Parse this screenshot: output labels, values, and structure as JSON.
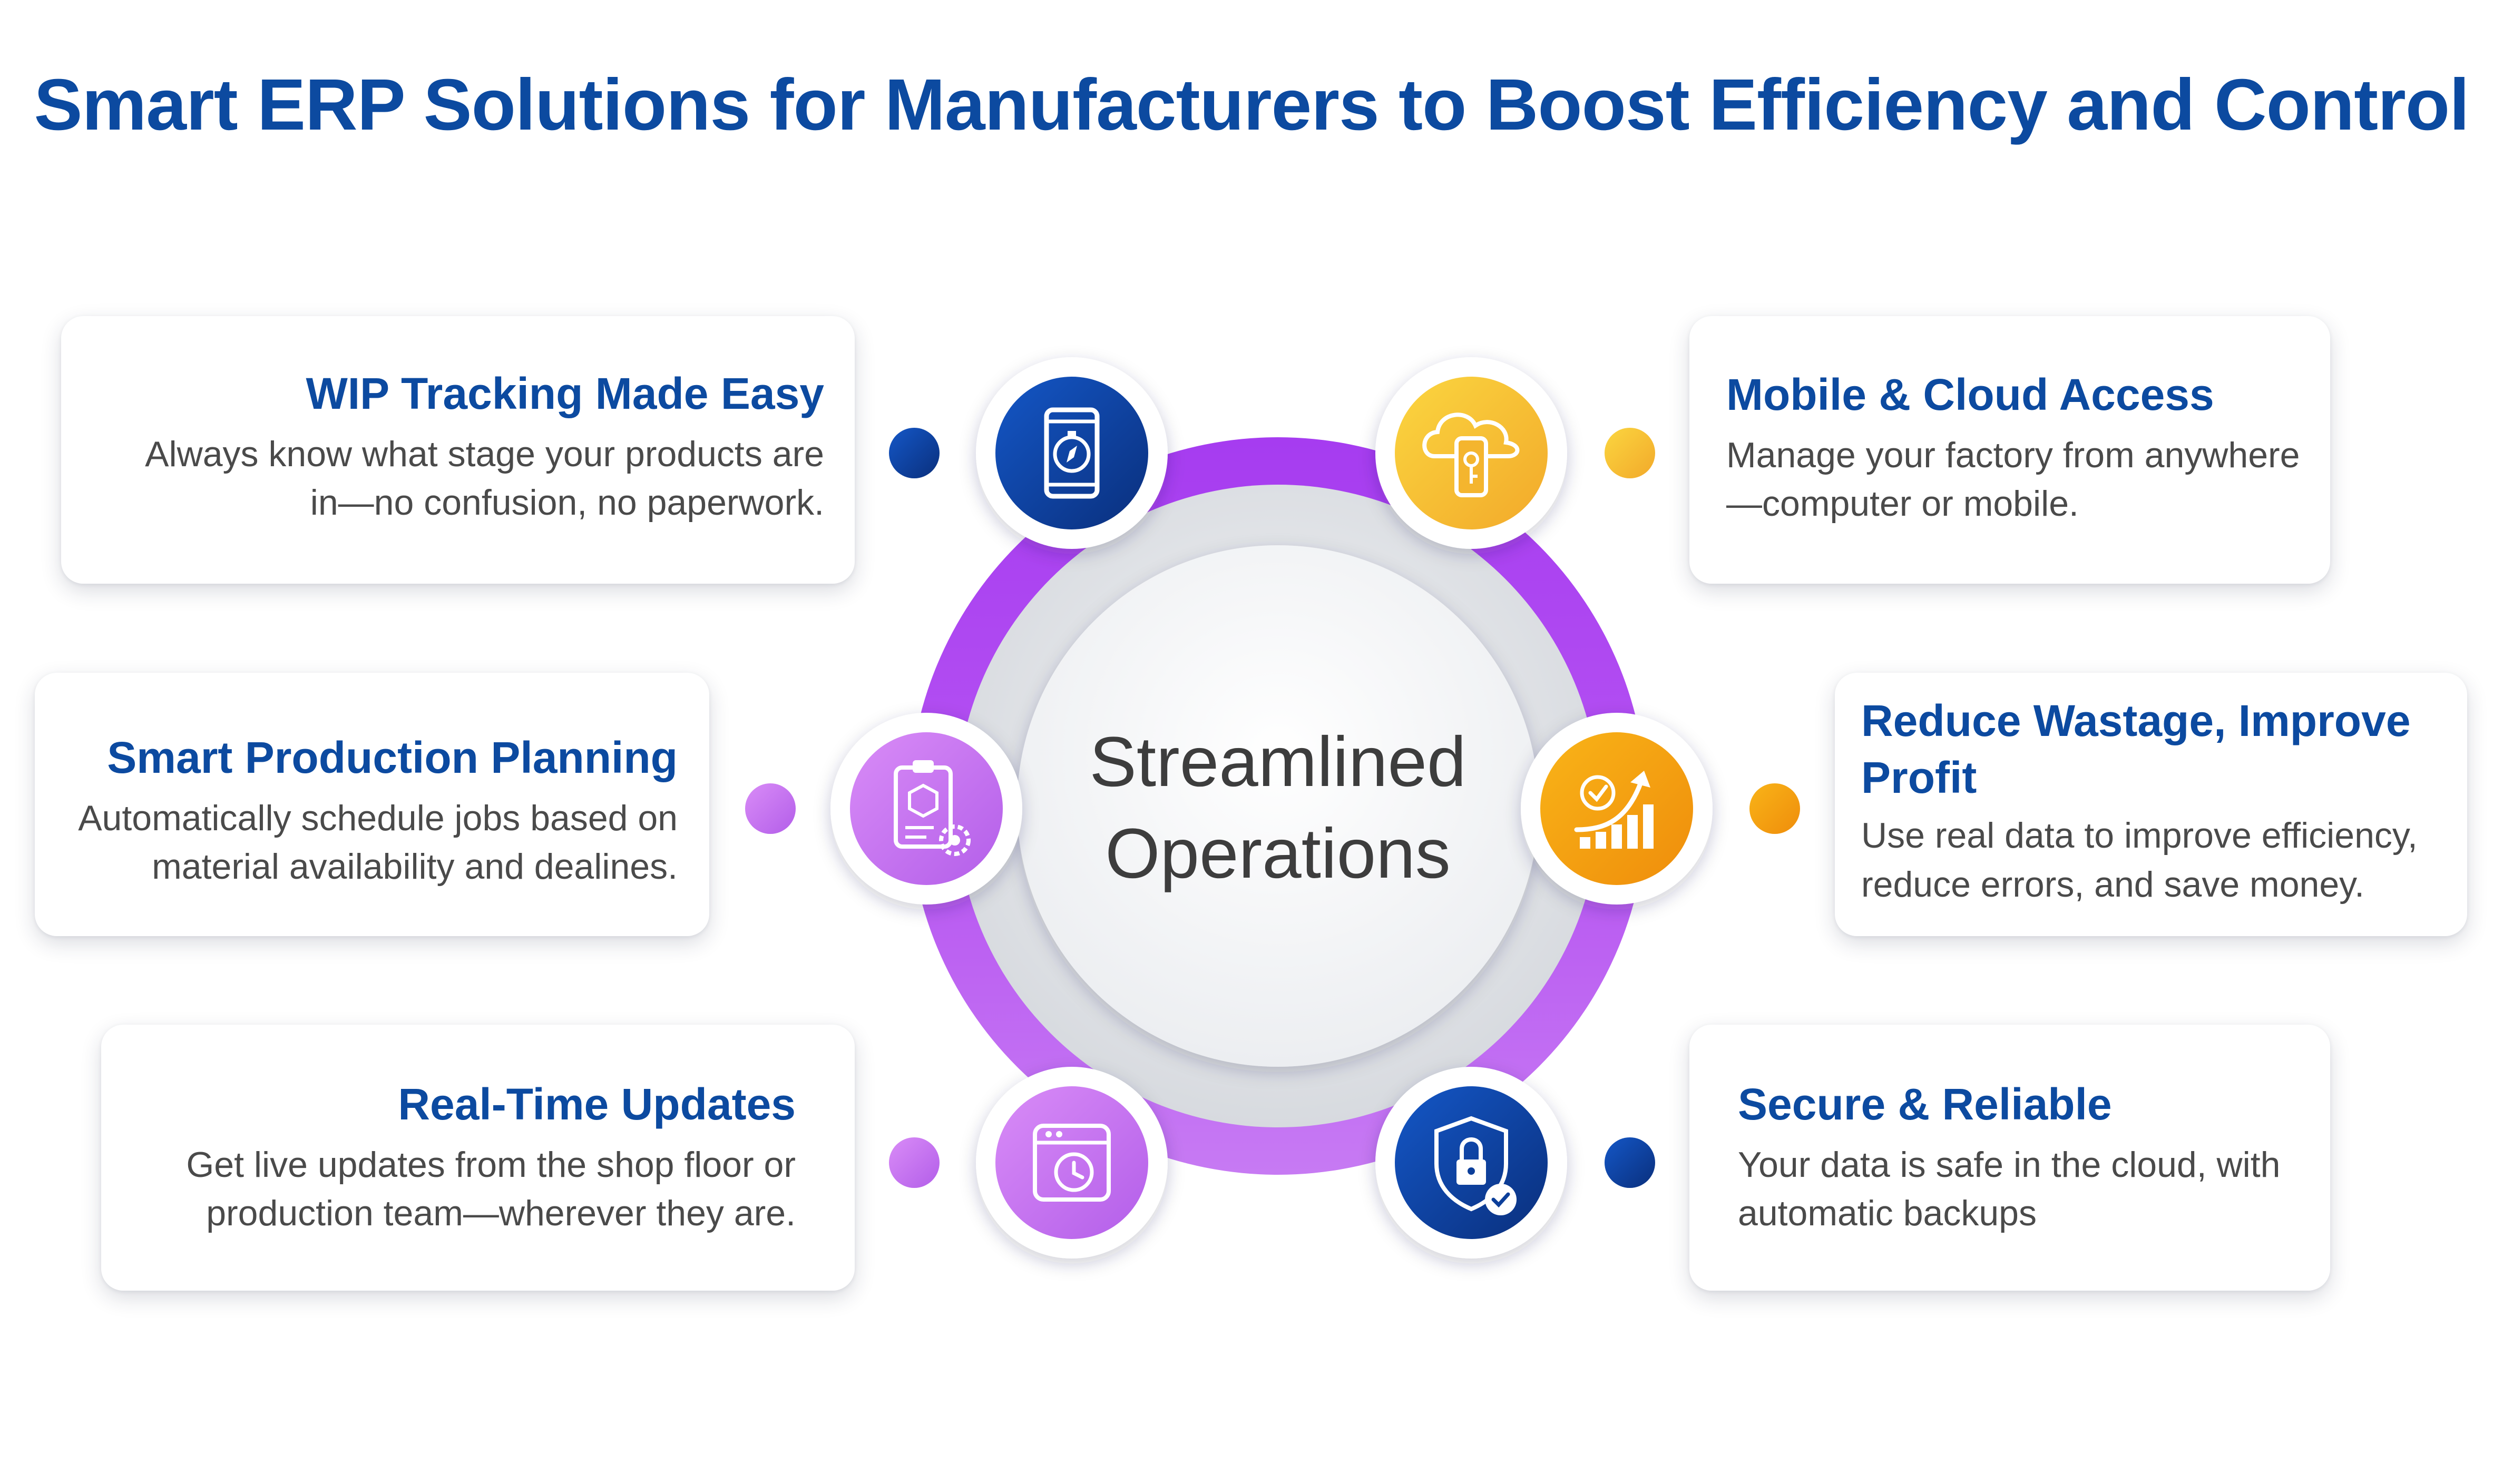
{
  "title": "Smart ERP Solutions for Manufacturers to Boost Efficiency and Control",
  "center": {
    "line1": "Streamlined",
    "line2": "Operations"
  },
  "features": [
    {
      "title": "WIP Tracking Made Easy",
      "description": "Always know what stage your products are in—no confusion, no paperwork.",
      "icon": "stopwatch-phone-icon",
      "color": "#0c3f9a"
    },
    {
      "title": "Smart Production Planning",
      "description": "Automatically schedule jobs based on material availability and dealines.",
      "icon": "clipboard-gear-icon",
      "color": "#c86ff0"
    },
    {
      "title": "Real-Time Updates",
      "description": "Get live updates from the shop floor or production team—wherever they are.",
      "icon": "calendar-clock-icon",
      "color": "#c86ff0"
    },
    {
      "title": "Mobile & Cloud Access",
      "description": "Manage your factory from anywhere—computer or mobile.",
      "icon": "cloud-phone-key-icon",
      "color": "#f7c531"
    },
    {
      "title": "Reduce Wastage, Improve Profit",
      "description": "Use real data to improve efficiency, reduce errors, and save money.",
      "icon": "growth-chart-icon",
      "color": "#f4a10f"
    },
    {
      "title": "Secure & Reliable",
      "description": "Your data is safe in the cloud, with automatic backups",
      "icon": "shield-lock-icon",
      "color": "#0c3f9a"
    }
  ]
}
